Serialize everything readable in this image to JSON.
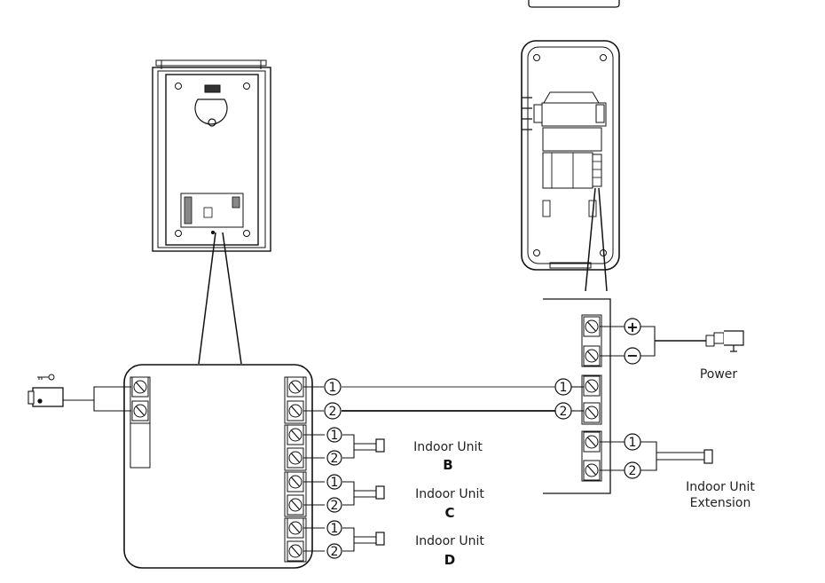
{
  "labels": {
    "power": "Power",
    "indoor_unit": "Indoor Unit",
    "unit_b": "B",
    "unit_c": "C",
    "unit_d": "D",
    "extension_line1": "Indoor Unit",
    "extension_line2": "Extension"
  },
  "terminals": {
    "one": "1",
    "two": "2",
    "plus": "+",
    "minus": "−"
  }
}
